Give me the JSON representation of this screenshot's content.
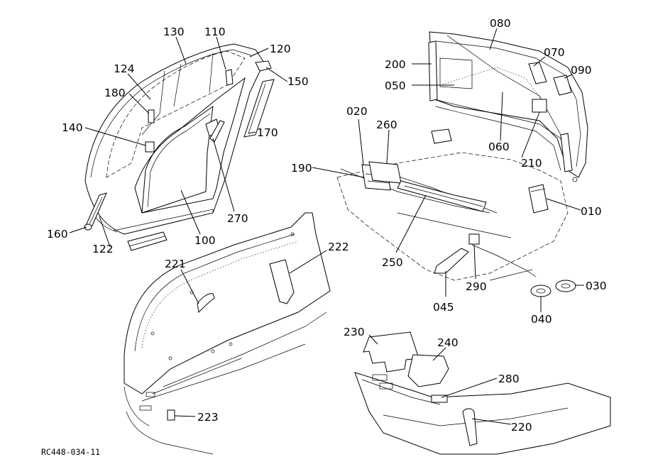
{
  "figure_code": "RC448-034-11",
  "callouts": {
    "c130": "130",
    "c110": "110",
    "c120": "120",
    "c124": "124",
    "c180": "180",
    "c150": "150",
    "c140": "140",
    "c170": "170",
    "c270": "270",
    "c100": "100",
    "c160": "160",
    "c122": "122",
    "c221": "221",
    "c222": "222",
    "c223": "223",
    "c080": "080",
    "c200": "200",
    "c070": "070",
    "c090": "090",
    "c050": "050",
    "c020": "020",
    "c260": "260",
    "c060": "060",
    "c210": "210",
    "c190": "190",
    "c010": "010",
    "c250": "250",
    "c290": "290",
    "c030": "030",
    "c045": "045",
    "c040": "040",
    "c230": "230",
    "c240": "240",
    "c280": "280",
    "c220": "220"
  }
}
